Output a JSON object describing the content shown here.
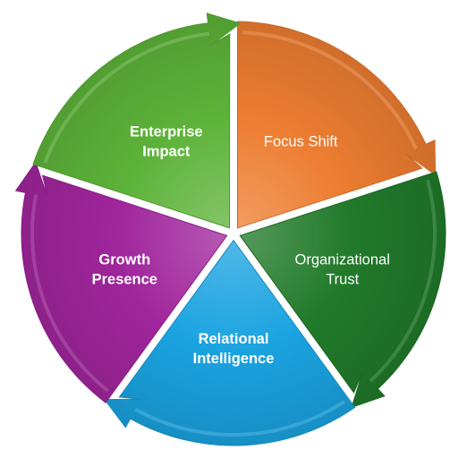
{
  "diagram": {
    "segments": [
      {
        "id": "focus-shift",
        "lines": [
          "Focus Shift"
        ],
        "color": "#ED7D31",
        "weight": "normal"
      },
      {
        "id": "organizational-trust",
        "lines": [
          "Organizational",
          "Trust"
        ],
        "color": "#217A2A",
        "weight": "normal"
      },
      {
        "id": "relational-intelligence",
        "lines": [
          "Relational",
          "Intelligence"
        ],
        "color": "#1AA3E0",
        "weight": "bold"
      },
      {
        "id": "growth-presence",
        "lines": [
          "Growth",
          "Presence"
        ],
        "color": "#A0259C",
        "weight": "bold"
      },
      {
        "id": "enterprise-impact",
        "lines": [
          "Enterprise",
          "Impact"
        ],
        "color": "#5DB339",
        "weight": "bold"
      }
    ]
  }
}
